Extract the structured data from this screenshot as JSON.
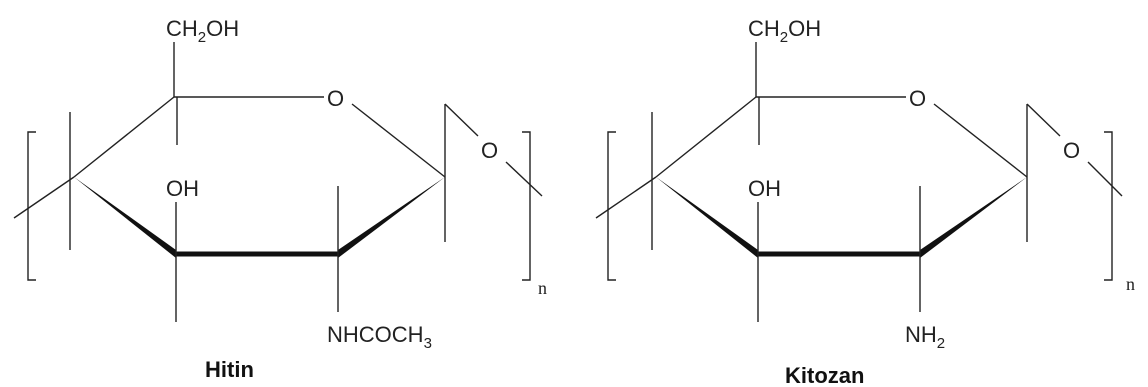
{
  "structures": [
    {
      "name": "Hitin",
      "substituents": {
        "c6": {
          "main": "CH",
          "sub": "2",
          "tail": "OH"
        },
        "ring_oxygen": "O",
        "c3": "OH",
        "c2": {
          "main": "NHCOCH",
          "sub": "3",
          "tail": ""
        },
        "link_oxygen": "O",
        "repeat": "n"
      }
    },
    {
      "name": "Kitozan",
      "substituents": {
        "c6": {
          "main": "CH",
          "sub": "2",
          "tail": "OH"
        },
        "ring_oxygen": "O",
        "c3": "OH",
        "c2": {
          "main": "NH",
          "sub": "2",
          "tail": ""
        },
        "link_oxygen": "O",
        "repeat": "n"
      }
    }
  ],
  "colors": {
    "ink": "#222222",
    "bold_bond": "#111111",
    "background": "#ffffff"
  }
}
